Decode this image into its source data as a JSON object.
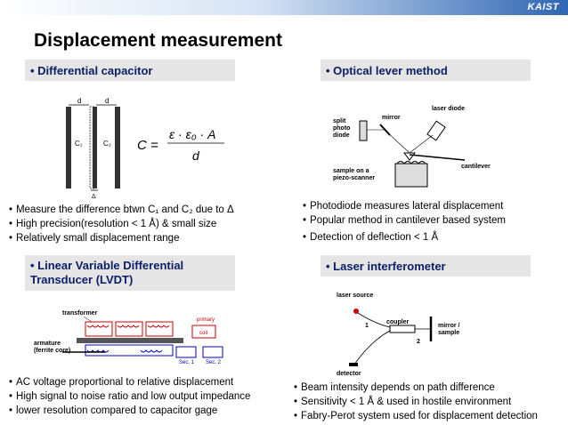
{
  "logo": "KAIST",
  "title": "Displacement measurement",
  "sections": {
    "cap": {
      "header": "• Differential capacitor",
      "diagram": {
        "d_left": "d",
        "d_right": "d",
        "c1": "C₁",
        "c2": "C₂",
        "delta": "Δ"
      },
      "formula": {
        "lhs": "C =",
        "numerator": "ε · ε₀ · A",
        "denominator": "d"
      },
      "bullets": [
        "Measure the difference btwn C₁ and C₂ due to Δ",
        "High precision(resolution < 1 Å) & small size",
        "Relatively small displacement range"
      ]
    },
    "optical": {
      "header": "• Optical lever method",
      "diagram": {
        "split": "split",
        "photo": "photo",
        "diode": "diode",
        "mirror": "mirror",
        "laser": "laser diode",
        "sample1": "sample on a",
        "sample2": "piezo-scanner",
        "cantilever": "cantilever"
      },
      "bullets": [
        "Photodiode measures lateral displacement",
        "Popular method in cantilever based system",
        "Detection of deflection < 1 Å"
      ]
    },
    "lvdt": {
      "header_line1": "• Linear Variable Differential",
      "header_line2": "Transducer (LVDT)",
      "diagram": {
        "transformer": "transformer",
        "armature1": "armature",
        "armature2": "(ferrite core)",
        "primary1": "primary",
        "primary2": "coil",
        "sec1": "Sec. 1",
        "sec2": "Sec. 2"
      },
      "bullets": [
        "AC voltage proportional to relative displacement",
        "High signal to noise ratio and low output impedance",
        "lower resolution compared to capacitor  gage"
      ]
    },
    "laser": {
      "header": "• Laser interferometer",
      "diagram": {
        "source": "laser source",
        "coupler": "coupler",
        "mirror1": "mirror /",
        "mirror2": "sample",
        "one": "1",
        "two": "2",
        "detector": "detector"
      },
      "bullets": [
        "Beam intensity depends on path difference",
        "Sensitivity < 1 Å & used in hostile environment",
        "Fabry-Perot system used for displacement detection"
      ]
    }
  }
}
